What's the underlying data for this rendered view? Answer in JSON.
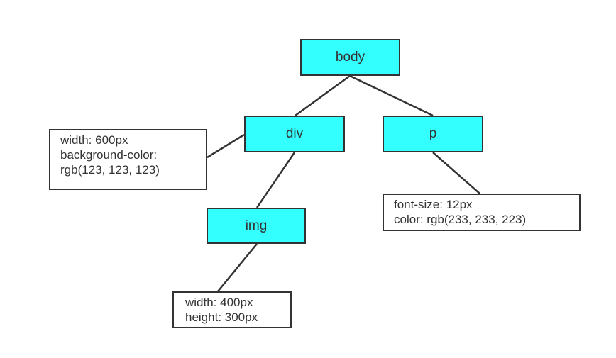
{
  "nodes": {
    "body": "body",
    "div": "div",
    "p": "p",
    "img": "img"
  },
  "notes": {
    "div": [
      "width: 600px",
      "background-color:",
      "rgb(123, 123, 123)"
    ],
    "p": [
      "font-size: 12px",
      "color: rgb(233, 233, 223)"
    ],
    "img": [
      "width: 400px",
      "height: 300px"
    ]
  },
  "colors": {
    "node_fill": "#33ffff",
    "stroke": "#333333",
    "background": "#ffffff"
  }
}
